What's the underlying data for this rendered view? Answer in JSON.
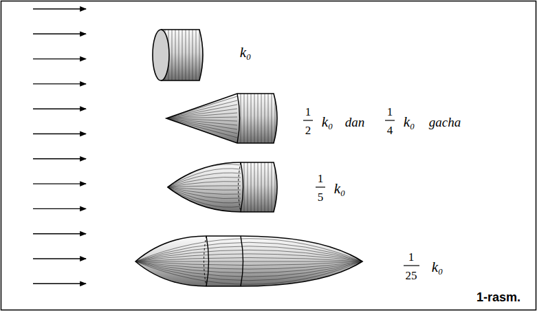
{
  "diagram": {
    "labels": [
      "k₀",
      "1",
      "2",
      "k₀",
      "dan",
      "1",
      "4",
      "k₀",
      "gacha",
      "1",
      "5",
      "k₀",
      "1",
      "25",
      "k₀",
      "1-rasm."
    ]
  }
}
